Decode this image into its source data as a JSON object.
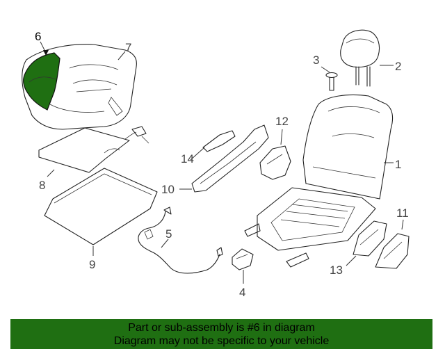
{
  "callouts": {
    "c1": "1",
    "c2": "2",
    "c3": "3",
    "c4": "4",
    "c5": "5",
    "c6": "6",
    "c7": "7",
    "c8": "8",
    "c9": "9",
    "c10": "10",
    "c11": "11",
    "c12": "12",
    "c13": "13",
    "c14": "14"
  },
  "highlight": {
    "part_number": "6",
    "color": "#1f6f12"
  },
  "banner": {
    "line1": "Part or sub-assembly is #6 in diagram",
    "line2": "Diagram may not be specific to your vehicle",
    "color": "#1f6f12"
  }
}
